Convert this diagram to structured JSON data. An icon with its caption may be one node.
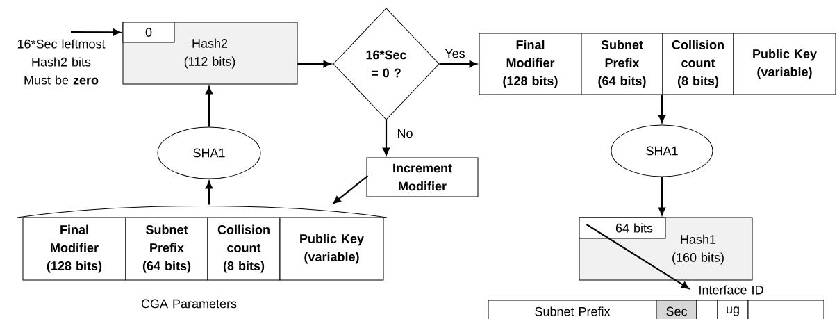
{
  "diagram": {
    "nodes": [
      {
        "text": [
          "Hash2 (112 bits)"
        ]
      },
      {
        "text": [
          "0"
        ],
        "in": 0
      },
      {
        "text": [
          "16*Sec = 0 ?"
        ]
      },
      {
        "text": [
          "Increment Modifier"
        ]
      },
      {
        "text": [
          "SHA1"
        ]
      },
      {
        "text": [
          "CGA Parameters"
        ]
      },
      {
        "text": [
          "Final Modifier (128 bits)"
        ],
        "in": 5
      },
      {
        "text": [
          "Subnet Prefix (64 bits)"
        ],
        "in": 5
      },
      {
        "text": [
          "Collision count (8 bits)"
        ],
        "in": 5
      },
      {
        "text": [
          "Public Key (variable)"
        ],
        "in": 5
      },
      {
        "text": [],
        "shape": "box"
      },
      {
        "text": [
          "Final Modifier (128 bits)"
        ],
        "in": 10
      },
      {
        "text": [
          "Subnet Prefix (64 bits)"
        ],
        "in": 10
      },
      {
        "text": [
          "Collision count (8 bits)"
        ],
        "in": 10
      },
      {
        "text": [
          "Public Key (variable)"
        ],
        "in": 10
      },
      {
        "text": [
          "SHA1"
        ]
      },
      {
        "text": [
          "Hash1 (160 bits)"
        ]
      },
      {
        "text": [
          "64 bits"
        ],
        "in": 16
      },
      {
        "text": [
          "Interface ID"
        ]
      },
      {
        "text": [],
        "shape": "box"
      },
      {
        "text": [
          "Subnet Prefix"
        ],
        "in": 19
      },
      {
        "text": [
          "Sec"
        ],
        "in": 19
      },
      {
        "text": [],
        "shape": "box",
        "in": 19
      },
      {
        "text": [
          "ug"
        ],
        "in": 19
      },
      {
        "text": [],
        "shape": "box",
        "in": 19
      }
    ],
    "edges": [
      {
        "from": null,
        "to": 1,
        "arrow": "to"
      },
      {
        "from": 0,
        "to": 2,
        "arrow": "to"
      },
      {
        "from": 2,
        "to": 10,
        "arrow": "to",
        "label": "Yes"
      },
      {
        "from": 2,
        "to": 3,
        "arrow": "to",
        "label": "No"
      },
      {
        "from": 3,
        "to": 5,
        "arrow": "to"
      },
      {
        "from": 5,
        "to": 4,
        "arrow": "to"
      },
      {
        "from": 4,
        "to": 0,
        "arrow": "to"
      },
      {
        "from": 10,
        "to": 15,
        "arrow": "to"
      },
      {
        "from": 15,
        "to": 16,
        "arrow": "to"
      },
      {
        "from": 17,
        "to": 18,
        "arrow": "to"
      }
    ],
    "labels": [
      "16*Sec leftmost Hash2 bits Must be **zero**"
    ]
  }
}
